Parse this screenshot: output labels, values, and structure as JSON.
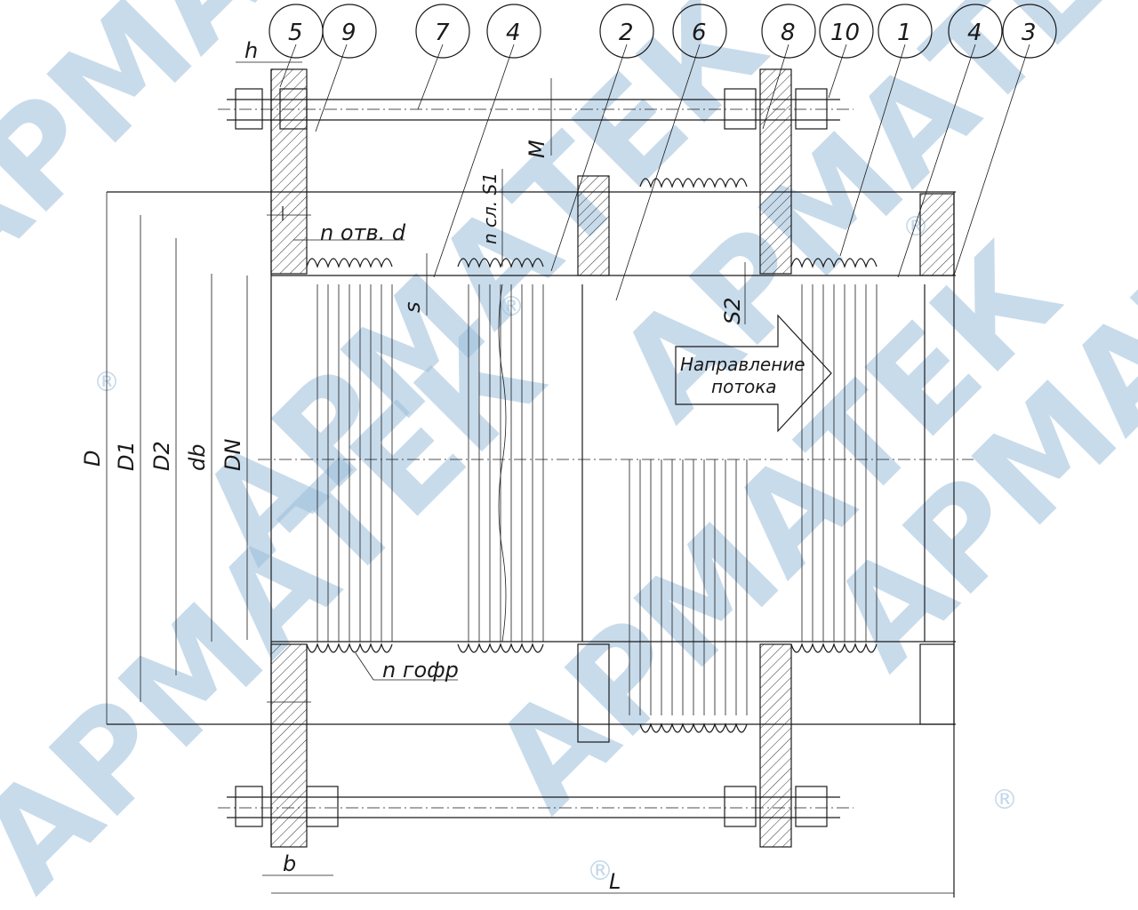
{
  "callouts": [
    "5",
    "9",
    "7",
    "4",
    "2",
    "6",
    "8",
    "10",
    "1",
    "4",
    "3"
  ],
  "labels": {
    "h": "h",
    "M": "M",
    "s1": "n сл. S1",
    "holes": "n отв. d",
    "s": "s",
    "s2": "S2",
    "D": "D",
    "D1": "D1",
    "D2": "D2",
    "db": "db",
    "DN": "DN",
    "corrugations": "n гофр",
    "b": "b",
    "L": "L"
  },
  "flow": {
    "line1": "Направление",
    "line2": "потока"
  },
  "watermark": {
    "text": "АРМАТЕК",
    "registered": "®",
    "color": "#9cbfdc"
  }
}
